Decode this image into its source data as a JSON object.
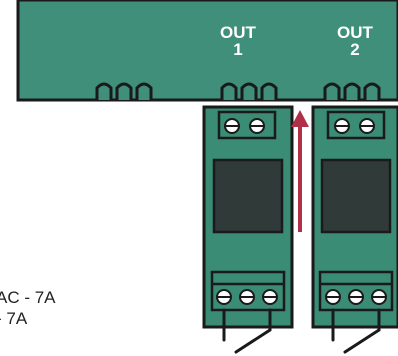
{
  "outputs": [
    {
      "label": "OUT",
      "number": "1"
    },
    {
      "label": "OUT",
      "number": "2"
    }
  ],
  "ratings": [
    {
      "text": "AC - 7A"
    },
    {
      "text": "- 7A"
    }
  ],
  "colors": {
    "board": "#3f8f7a",
    "relay": "#3b8c75",
    "relay_window": "#2f3a39",
    "outline": "#1a1a1a",
    "arrow": "#b0304a",
    "label": "#ffffff"
  }
}
